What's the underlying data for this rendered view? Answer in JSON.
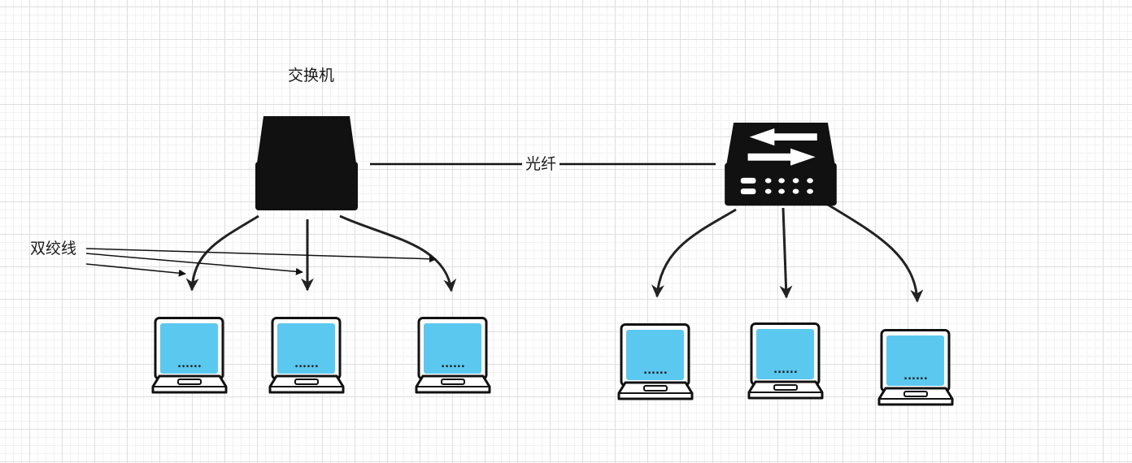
{
  "labels": {
    "switch": "交换机",
    "fiber": "光纤",
    "twisted_pair": "双绞线"
  },
  "laptop_screen_text": "......",
  "colors": {
    "screen": "#5bc8f0",
    "ink": "#111111",
    "grid_major": "#dedede",
    "grid_minor": "#f1f1f1"
  },
  "icons": [
    "switch-icon",
    "laptop-icon"
  ]
}
